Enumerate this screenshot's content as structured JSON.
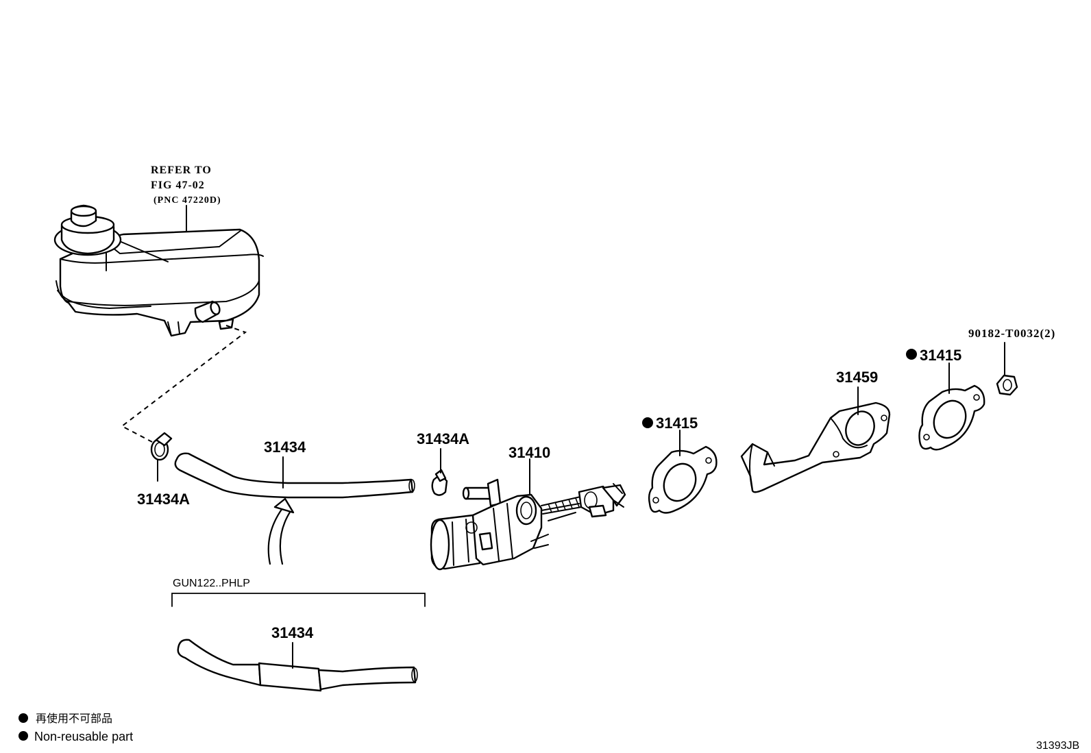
{
  "reference_note": {
    "line1": "REFER TO",
    "line2": "FIG 47-02",
    "line3": "(PNC 47220D)"
  },
  "parts": {
    "clamp_left": "31434A",
    "hose_upper": "31434",
    "clamp_right": "31434A",
    "master_cylinder": "31410",
    "gasket_left": "31415",
    "bracket": "31459",
    "gasket_right": "31415",
    "nut": "90182-T0032(2)",
    "hose_lower": "31434"
  },
  "variant_label": "GUN122..PHLP",
  "legend": {
    "line_jp": "再使用不可部品",
    "line_en": "Non-reusable part"
  },
  "figure_code": "31393JB"
}
